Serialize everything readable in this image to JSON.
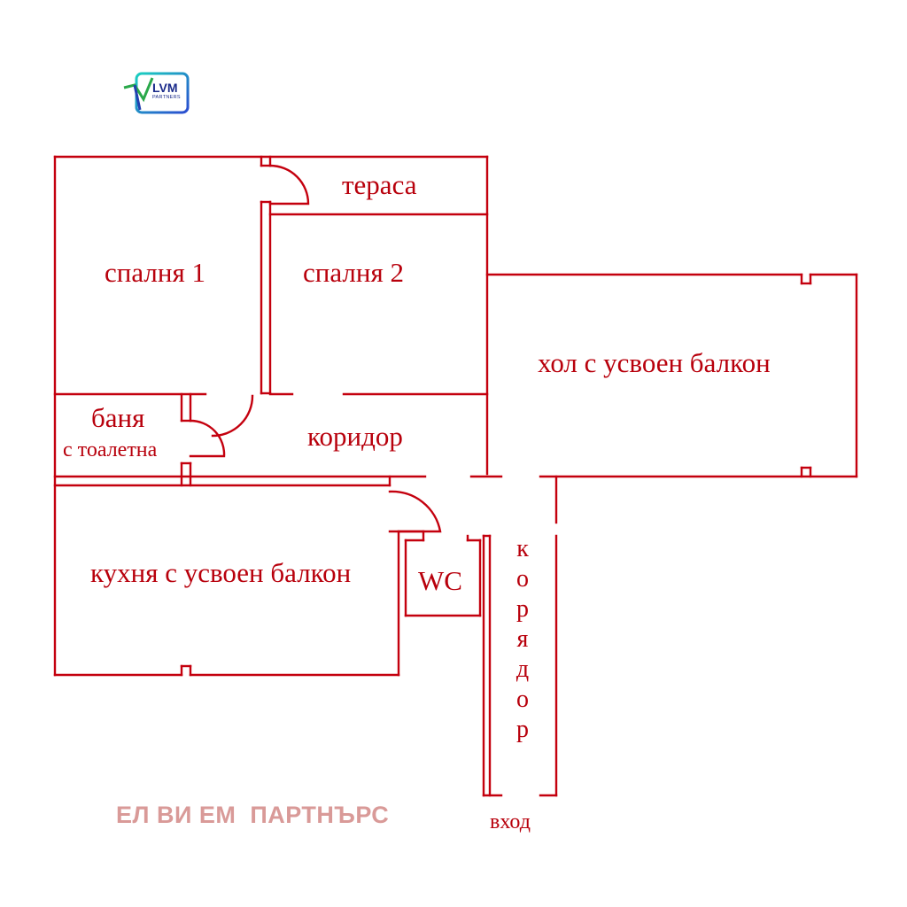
{
  "logo": {
    "title": "LVM",
    "subtitle": "PARTNERS"
  },
  "rooms": {
    "terrace": "тераса",
    "bedroom1": "спалня 1",
    "bedroom2": "спалня 2",
    "living": "хол с усвоен балкон",
    "bathroom_line1": "баня",
    "bathroom_line2": "с тоалетна",
    "corridor": "коридор",
    "kitchen": "кухня с усвоен балкон",
    "wc": "WC",
    "corridor_vertical": [
      "к",
      "о",
      "р",
      "я",
      "д",
      "о",
      "р"
    ],
    "entrance": "вход"
  },
  "watermark": "ЕЛ ВИ ЕМ  ПАРТНЪРС",
  "colors": {
    "walls": "#c4000e",
    "labels": "#b8000c",
    "watermark": "#d99a98"
  }
}
